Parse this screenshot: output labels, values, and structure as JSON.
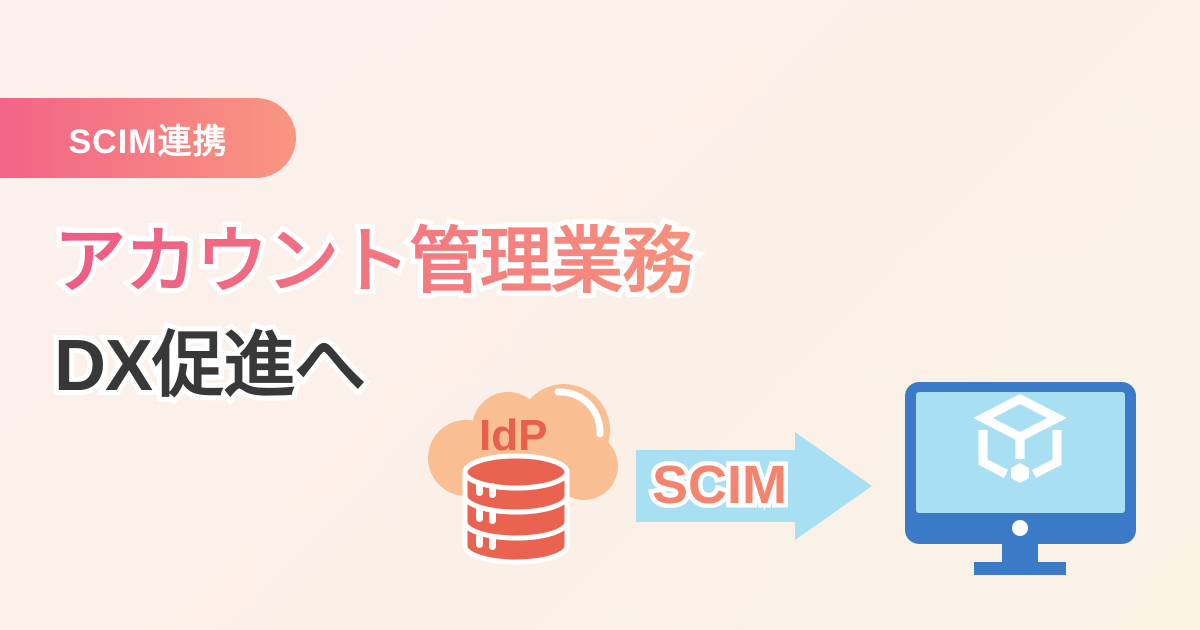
{
  "badge": {
    "label": "SCIM連携",
    "gradient_start": "#f26487",
    "gradient_end": "#f99680",
    "text_color": "#ffffff"
  },
  "headline": {
    "line1": "アカウント管理業務",
    "line1_gradient_start": "#ef5a85",
    "line1_gradient_end": "#f7917c",
    "line2": "DX促進へ",
    "line2_color": "#383838",
    "outline_color": "#ffffff"
  },
  "illustration": {
    "idp_cloud": {
      "label": "IdP",
      "label_color": "#e8604a",
      "cloud_color": "#f9be92"
    },
    "database": {
      "color": "#e96350",
      "stroke_color": "#ffffff"
    },
    "scim_arrow": {
      "label": "SCIM",
      "label_color": "#f5836e",
      "arrow_color": "#a9dff3"
    },
    "monitor": {
      "frame_color": "#3b7ac7",
      "screen_color": "#a9dff3",
      "cube_icon_color": "#ffffff"
    }
  },
  "background": {
    "gradient_start": "#fdf1ee",
    "gradient_end": "#faf3e4"
  }
}
